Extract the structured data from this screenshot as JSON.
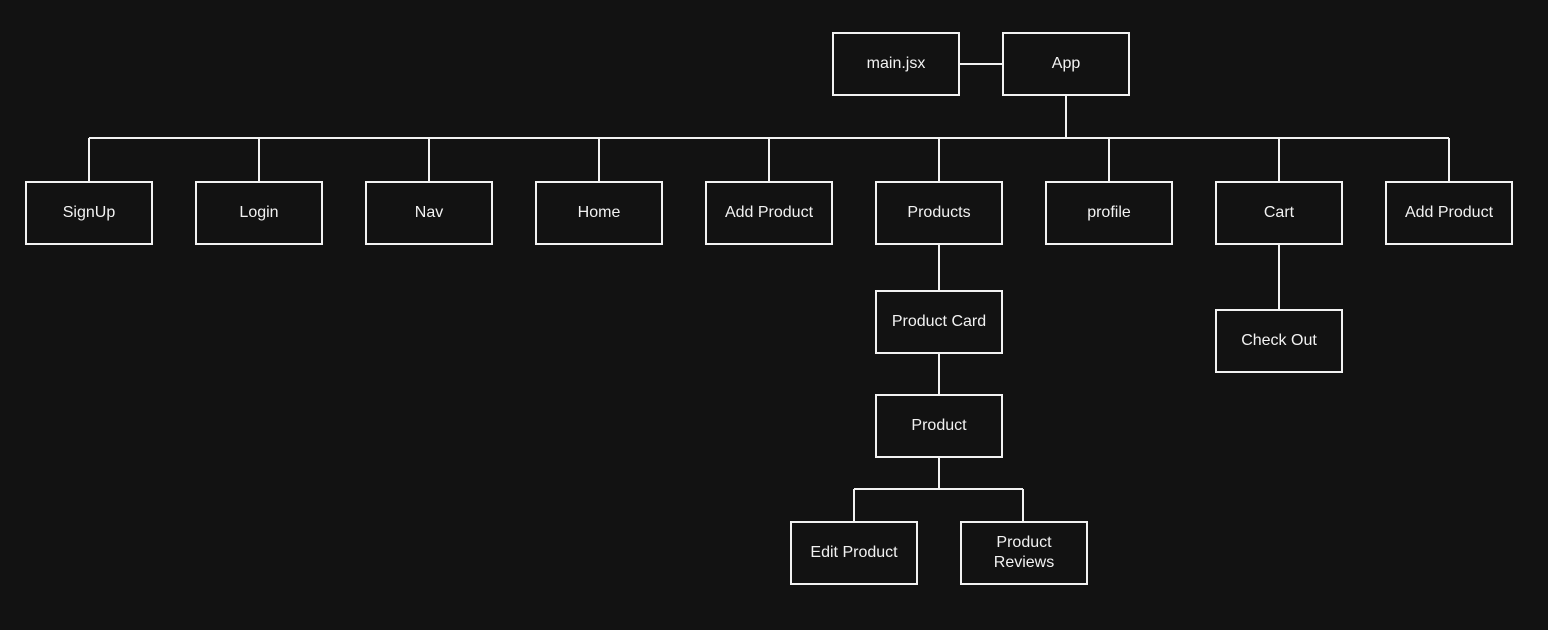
{
  "diagram": {
    "nodes": {
      "main": "main.jsx",
      "app": "App",
      "signup": "SignUp",
      "login": "Login",
      "nav": "Nav",
      "home": "Home",
      "add_product_1": "Add Product",
      "products": "Products",
      "profile": "profile",
      "cart": "Cart",
      "add_product_2": "Add Product",
      "product_card": "Product Card",
      "product": "Product",
      "check_out": "Check Out",
      "edit_product": "Edit Product",
      "product_reviews": "Product\nReviews"
    },
    "edges": [
      [
        "main.jsx",
        "App"
      ],
      [
        "App",
        "SignUp"
      ],
      [
        "App",
        "Login"
      ],
      [
        "App",
        "Nav"
      ],
      [
        "App",
        "Home"
      ],
      [
        "App",
        "Add Product"
      ],
      [
        "App",
        "Products"
      ],
      [
        "App",
        "profile"
      ],
      [
        "App",
        "Cart"
      ],
      [
        "App",
        "Add Product"
      ],
      [
        "Products",
        "Product Card"
      ],
      [
        "Product Card",
        "Product"
      ],
      [
        "Product",
        "Edit Product"
      ],
      [
        "Product",
        "Product Reviews"
      ],
      [
        "Cart",
        "Check Out"
      ]
    ],
    "colors": {
      "background": "#121212",
      "stroke": "#f2f2f2",
      "text": "#f2f2f2"
    }
  }
}
